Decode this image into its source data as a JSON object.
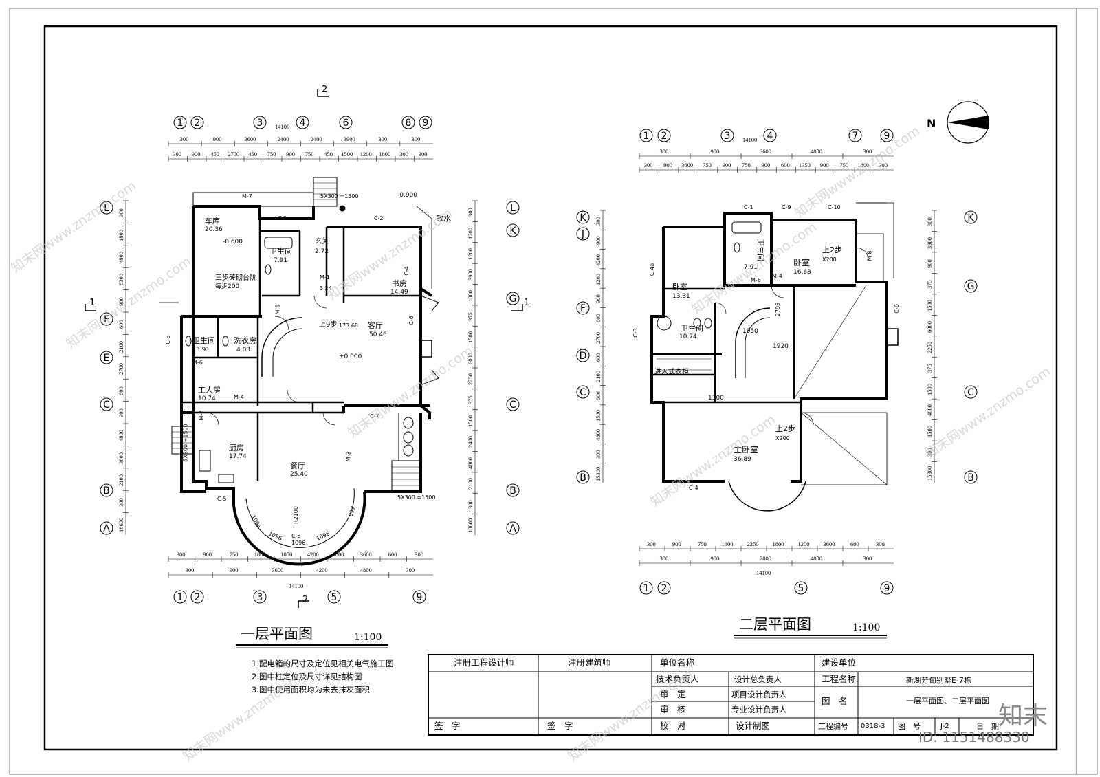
{
  "plans": {
    "first": {
      "title": "一层平面图",
      "scale": "1:100",
      "section_mark_top": "2",
      "section_mark_bottom": "2",
      "section_mark_left": "1",
      "section_mark_right": "1",
      "axes_top": [
        "1",
        "2",
        "3",
        "4",
        "6",
        "8",
        "9"
      ],
      "axes_bottom": [
        "1",
        "2",
        "3",
        "5",
        "9"
      ],
      "axes_left": [
        "L",
        "F",
        "E",
        "C",
        "B",
        "A"
      ],
      "axes_right": [
        "L",
        "K",
        "G",
        "C",
        "B",
        "A"
      ],
      "dim_top_total": "14100",
      "dim_top_row1": [
        "300",
        "900",
        "3600",
        "2400",
        "2400",
        "3900",
        "300",
        "300"
      ],
      "dim_top_row2": [
        "300",
        "900",
        "450",
        "2700",
        "450",
        "750",
        "900",
        "750",
        "450",
        "1500",
        "1200",
        "1800",
        "300",
        "300"
      ],
      "dim_bottom_row1": [
        "300",
        "900",
        "750",
        "1800",
        "1050",
        "4200",
        "600",
        "3600",
        "600",
        "300"
      ],
      "dim_bottom_row2": [
        "300",
        "900",
        "3600",
        "4200",
        "4800",
        "300"
      ],
      "dim_bottom_total": "14100",
      "dim_left": [
        "300",
        "1800",
        "4800",
        "6300",
        "900",
        "600",
        "2100",
        "2700",
        "600",
        "900",
        "4800",
        "3600",
        "2100",
        "300",
        "18600"
      ],
      "dim_right": [
        "300",
        "1200",
        "1200",
        "3900",
        "1800",
        "375",
        "1500",
        "6000",
        "2250",
        "375",
        "1500",
        "2400",
        "4800",
        "2100",
        "300",
        "18600"
      ],
      "rooms": [
        {
          "name": "车库",
          "area": "20.36"
        },
        {
          "name": "卫生间",
          "area": "7.91"
        },
        {
          "name": "玄关",
          "area": "2.72"
        },
        {
          "name": "书房",
          "area": "14.49"
        },
        {
          "name": "客厅",
          "area": "50.46"
        },
        {
          "name": "卫生间",
          "area": "3.91"
        },
        {
          "name": "洗衣房",
          "area": "4.03"
        },
        {
          "name": "工人房",
          "area": "10.74"
        },
        {
          "name": "厨房",
          "area": "17.74"
        },
        {
          "name": "餐厅",
          "area": "25.40"
        }
      ],
      "labels": [
        "三步砖砌台阶",
        "每步200",
        "-0.600",
        "-0.900",
        "±0.000",
        "散水",
        "上9步",
        "173.68",
        "M-1",
        "3.24",
        "5X300 =1500",
        "5X300 =1500",
        "5X300 =1500",
        "R2100",
        "1096",
        "1096",
        "1096",
        "1096",
        "997"
      ],
      "door_window_tags": [
        "M-7",
        "C-1",
        "C-2",
        "C-3",
        "C-4",
        "C-5",
        "C-6",
        "C-7",
        "C-8",
        "M-2",
        "M-3",
        "M-4",
        "M-5",
        "M-6"
      ]
    },
    "second": {
      "title": "二层平面图",
      "scale": "1:100",
      "axes_top": [
        "1",
        "2",
        "3",
        "4",
        "7",
        "9"
      ],
      "axes_bottom": [
        "1",
        "2",
        "5",
        "9"
      ],
      "axes_left": [
        "K",
        "J",
        "F",
        "D",
        "C",
        "B"
      ],
      "axes_right": [
        "K",
        "G",
        "C",
        "B"
      ],
      "dim_top_total": "14100",
      "dim_top_row1": [
        "300",
        "900",
        "3600",
        "4800",
        "300"
      ],
      "dim_top_row2": [
        "300",
        "900",
        "3600",
        "750",
        "900",
        "750",
        "900",
        "600",
        "1350",
        "900",
        "750",
        "1800",
        "300"
      ],
      "dim_bottom_row1": [
        "300",
        "900",
        "750",
        "1800",
        "2250",
        "1800",
        "1200",
        "3600",
        "600",
        "300"
      ],
      "dim_bottom_row2": [
        "300",
        "900",
        "7800",
        "4800",
        "300"
      ],
      "dim_bottom_total": "14100",
      "dim_left": [
        "300",
        "900",
        "4200",
        "1200",
        "900",
        "600",
        "2700",
        "600",
        "2100",
        "600",
        "1500",
        "4800",
        "300",
        "15300"
      ],
      "dim_right": [
        "300",
        "3900",
        "900",
        "375",
        "1500",
        "6000",
        "2250",
        "375",
        "1500",
        "4800",
        "1500",
        "300",
        "15300"
      ],
      "rooms": [
        {
          "name": "卧室",
          "area": "13.31"
        },
        {
          "name": "卫生间",
          "area": "7.91"
        },
        {
          "name": "卧室",
          "area": "16.68"
        },
        {
          "name": "卫生间",
          "area": "10.74"
        },
        {
          "name": "进入式衣柜",
          "area": ""
        },
        {
          "name": "主卧室",
          "area": "36.89"
        }
      ],
      "labels": [
        "上2步",
        "X200",
        "上2步",
        "X200",
        "1920",
        "1950",
        "2795",
        "1300"
      ],
      "door_window_tags": [
        "C-1",
        "C-9",
        "C-10",
        "C-3",
        "C-4",
        "C-4a",
        "C-6",
        "M-4",
        "M-6",
        "M-8"
      ]
    }
  },
  "north_arrow": {
    "label": "N"
  },
  "notes": [
    "1.配电箱的尺寸及定位见相关电气施工图.",
    "2.图中柱定位及尺寸详见结构图",
    "3.图中使用面积均为未去抹灰面积."
  ],
  "title_block": {
    "registered_engineer": "注册工程设计师",
    "registered_architect": "注册建筑师",
    "unit_name": "单位名称",
    "construction_unit": "建设单位",
    "tech_lead": "技术负责人",
    "design_chief": "设计总负责人",
    "project_name_label": "工程名称",
    "project_name": "新湖芳甸别墅E-7栋",
    "review1": "审　定",
    "project_lead": "项目设计负责人",
    "drawing_name_label": "图　名",
    "drawing_name": "一层平面图、二层平面图",
    "review2": "审　核",
    "specialty_lead": "专业设计负责人",
    "sign1": "签　字",
    "sign2": "签　字",
    "check": "校　对",
    "design_drawing": "设计制图",
    "project_no_label": "工程编号",
    "project_no": "0318-3",
    "drawing_no_label": "图　号",
    "drawing_no": "J-2",
    "date_label": "日　期"
  },
  "watermarks": {
    "site": "知末网www.znzmo.com",
    "brand": "知末",
    "id": "ID: 1151488330"
  }
}
